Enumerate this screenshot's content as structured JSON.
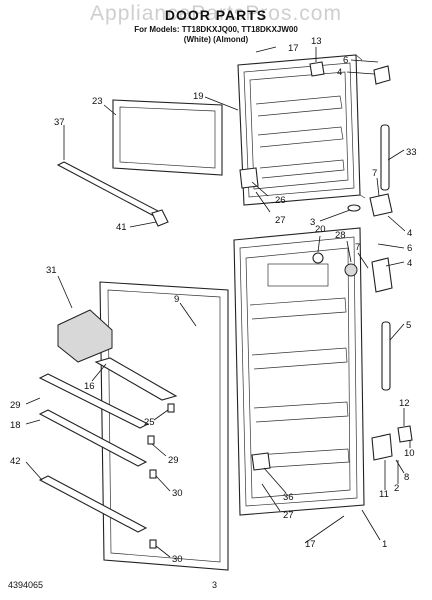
{
  "header": {
    "title": "DOOR PARTS",
    "watermark": "AppliancePartsPros.com",
    "models": "For Models: TT18DKXJQ00, TT18DKXJW00",
    "colors": "(White)                    (Almond)"
  },
  "footer": {
    "doc_number": "4394065",
    "page": "3"
  },
  "callouts": [
    "17",
    "13",
    "6",
    "4",
    "23",
    "19",
    "37",
    "33",
    "7",
    "26",
    "27",
    "3",
    "4",
    "6",
    "41",
    "20",
    "28",
    "7",
    "4",
    "31",
    "9",
    "5",
    "16",
    "29",
    "18",
    "25",
    "29",
    "12",
    "10",
    "42",
    "30",
    "36",
    "8",
    "11",
    "2",
    "27",
    "30",
    "17",
    "1"
  ]
}
